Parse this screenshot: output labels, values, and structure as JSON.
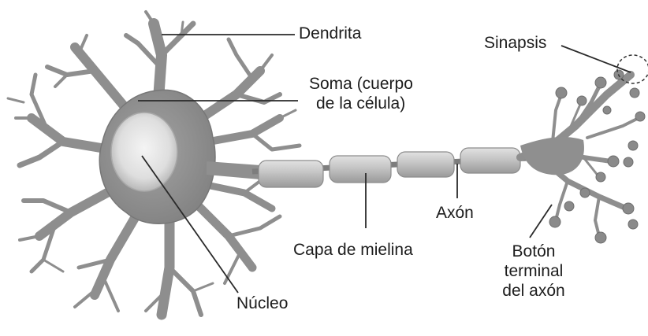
{
  "colors": {
    "background": "#ffffff",
    "neuron_fill": "#8f8f8f",
    "neuron_edge": "#6e6e6e",
    "nucleus_outer": "#c7c7c7",
    "nucleus_inner": "#efefef",
    "myelin_fill": "#bcbcbc",
    "myelin_highlight": "#dcdcdc",
    "terminal_dot": "#8a8a8a",
    "leader_line": "#2a2a2a",
    "label_text": "#1c1c1c"
  },
  "labels": {
    "dendrita": "Dendrita",
    "soma_line1": "Soma (cuerpo",
    "soma_line2": "de la célula)",
    "sinapsis": "Sinapsis",
    "axon": "Axón",
    "mielina": "Capa de mielina",
    "nucleo": "Núcleo",
    "boton_line1": "Botón",
    "boton_line2": "terminal",
    "boton_line3": "del axón"
  }
}
